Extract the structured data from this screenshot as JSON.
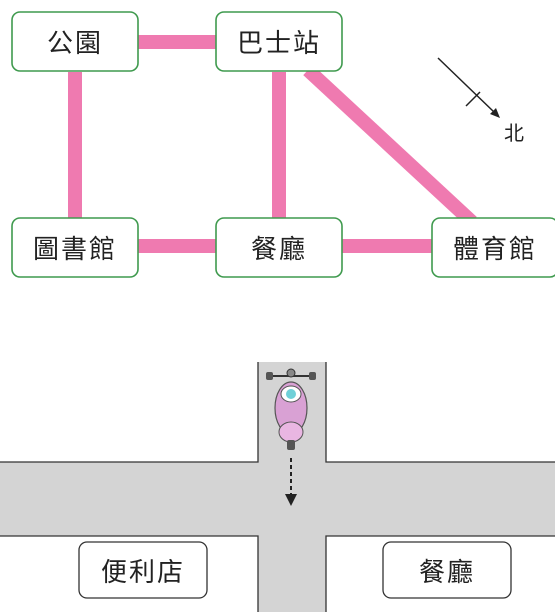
{
  "map": {
    "nodes": {
      "park": "公園",
      "bus_stop": "巴士站",
      "library": "圖書館",
      "restaurant": "餐廳",
      "stadium": "體育館"
    },
    "compass_label": "北",
    "colors": {
      "path": "#ef7ab0",
      "node_border": "#3f9a4e"
    }
  },
  "street": {
    "left_shop": "便利店",
    "right_shop": "餐廳",
    "road_color": "#d4d4d4"
  }
}
